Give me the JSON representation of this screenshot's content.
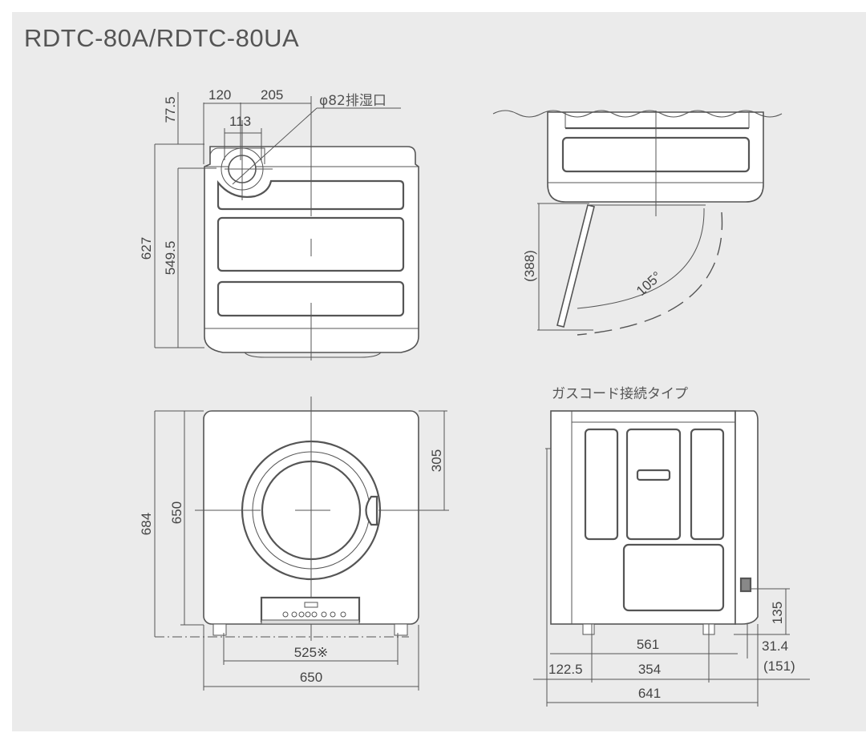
{
  "title": "RDTC-80A/RDTC-80UA",
  "views": {
    "top_view": {
      "dims": {
        "d120": "120",
        "d205": "205",
        "d113": "113",
        "d775": "77.5",
        "d627": "627",
        "d5495": "549.5"
      },
      "exhaust_label": "φ82排湿口"
    },
    "door_open_view": {
      "dims": {
        "d388": "(388)",
        "angle": "105°"
      }
    },
    "front_view": {
      "dims": {
        "d684": "684",
        "d650h": "650",
        "d305": "305",
        "d525": "525※",
        "d650w": "650"
      }
    },
    "side_view": {
      "label": "ガスコード接続タイプ",
      "dims": {
        "d561": "561",
        "d1225": "122.5",
        "d354": "354",
        "d641": "641",
        "d135": "135",
        "d314": "31.4",
        "d151": "(151)"
      }
    }
  },
  "colors": {
    "background": "#ebebeb",
    "line": "#555555",
    "fill": "#ffffff"
  }
}
